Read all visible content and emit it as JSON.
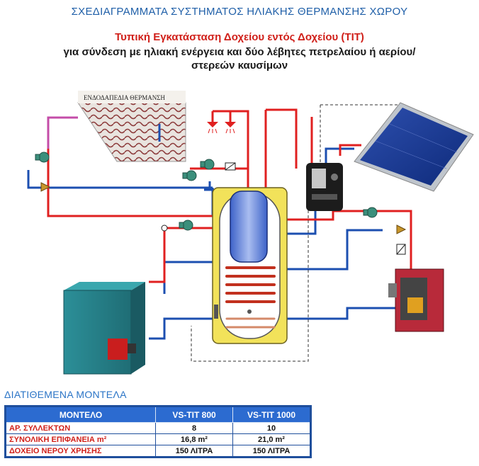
{
  "header": {
    "title": "ΣΧΕΔΙΑΓΡΑΜΜΑΤΑ ΣΥΣΤΗΜΑΤΟΣ ΗΛΙΑΚΗΣ ΘΕΡΜΑΝΣΗΣ ΧΩΡΟΥ",
    "subtitle_red": "Τυπική Εγκατάσταση Δοχείου εντός Δοχείου (TIT)",
    "subtitle_black_1": "για σύνδεση με ηλιακή ενέργεια και δύο λέβητες πετρελαίου ή αερίου/",
    "subtitle_black_2": "στερεών καυσίμων"
  },
  "diagram": {
    "floor_heating_label": "ΕΝΔΟΔΑΠΕΔΙΑ ΘΕΡΜΑΝΣΗ",
    "colors": {
      "hot": "#e02020",
      "cold": "#1c4fb0",
      "floor_pipe": "#c44ca8",
      "tank_shell": "#f2e25a"
    }
  },
  "models": {
    "heading": "ΔΙΑΤΙΘΕΜΕΝΑ ΜΟΝΤΕΛΑ",
    "columns": [
      "ΜΟΝΤΕΛΟ",
      "VS-TIT 800",
      "VS-TIT 1000"
    ],
    "rows": [
      {
        "label": "ΑΡ. ΣΥΛΛΕΚΤΩΝ",
        "v1": "8",
        "v2": "10"
      },
      {
        "label": "ΣΥΝΟΛΙΚΗ ΕΠΙΦΑΝΕΙΑ m²",
        "v1": "16,8 m²",
        "v2": "21,0 m²"
      },
      {
        "label": "ΔΟΧΕΙΟ ΝΕΡΟΥ ΧΡΗΣΗΣ",
        "v1": "150 ΛΙΤΡΑ",
        "v2": "150 ΛΙΤΡΑ"
      }
    ]
  }
}
